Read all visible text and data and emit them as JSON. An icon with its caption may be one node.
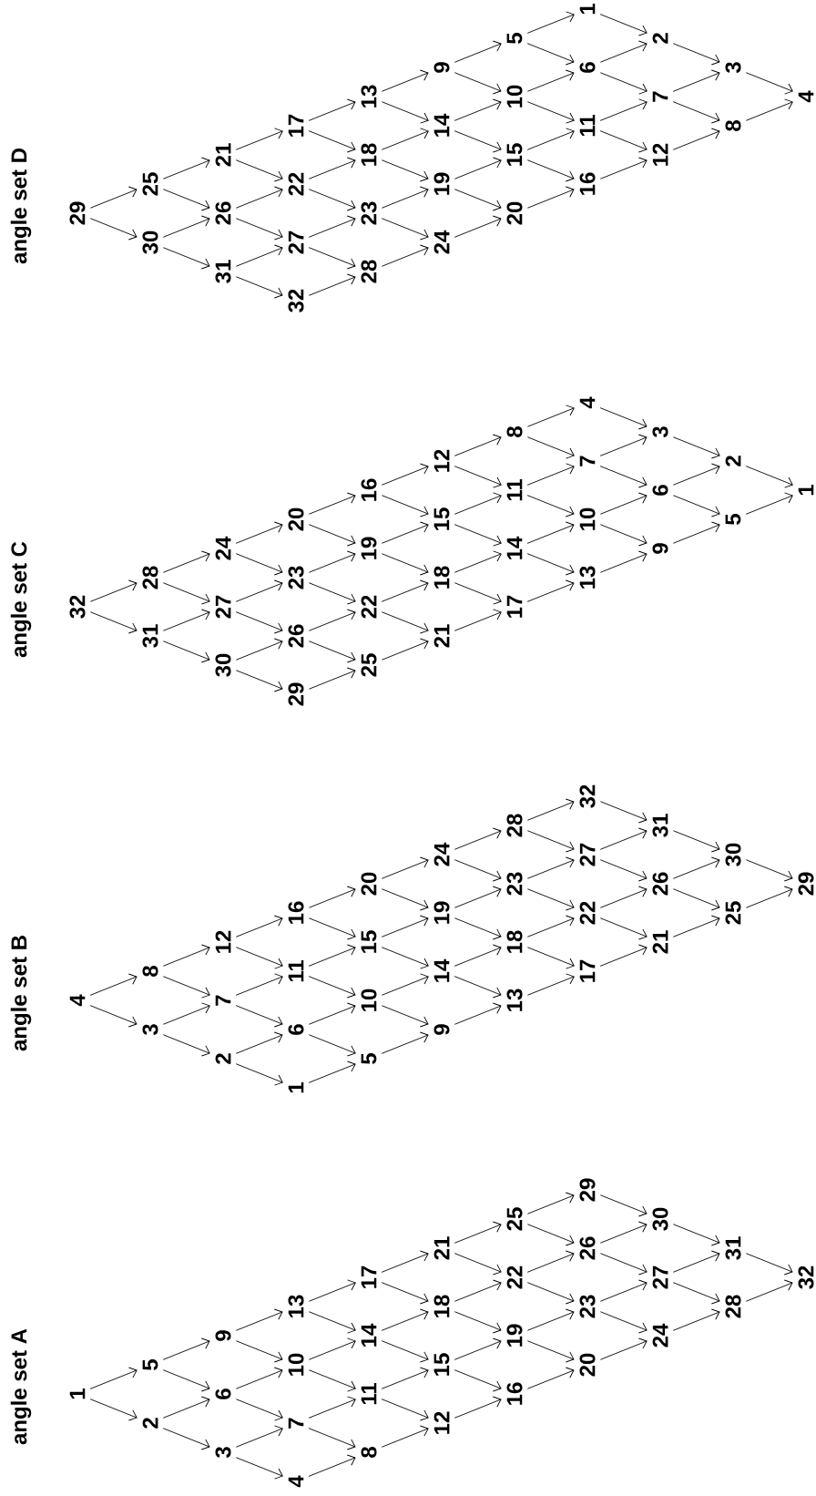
{
  "diagram": {
    "nodes": [
      {
        "text": [
          "1"
        ]
      },
      {
        "text": [
          "2"
        ]
      },
      {
        "text": [
          "3"
        ]
      },
      {
        "text": [
          "4"
        ]
      },
      {
        "text": [
          "5"
        ]
      },
      {
        "text": [
          "6"
        ]
      },
      {
        "text": [
          "7"
        ]
      },
      {
        "text": [
          "8"
        ]
      },
      {
        "text": [
          "9"
        ]
      },
      {
        "text": [
          "10"
        ]
      },
      {
        "text": [
          "11"
        ]
      },
      {
        "text": [
          "12"
        ]
      },
      {
        "text": [
          "13"
        ]
      },
      {
        "text": [
          "14"
        ]
      },
      {
        "text": [
          "15"
        ]
      },
      {
        "text": [
          "16"
        ]
      },
      {
        "text": [
          "17"
        ]
      },
      {
        "text": [
          "18"
        ]
      },
      {
        "text": [
          "19"
        ]
      },
      {
        "text": [
          "20"
        ]
      },
      {
        "text": [
          "21"
        ]
      },
      {
        "text": [
          "22"
        ]
      },
      {
        "text": [
          "23"
        ]
      },
      {
        "text": [
          "24"
        ]
      },
      {
        "text": [
          "25"
        ]
      },
      {
        "text": [
          "26"
        ]
      },
      {
        "text": [
          "27"
        ]
      },
      {
        "text": [
          "28"
        ]
      },
      {
        "text": [
          "29"
        ]
      },
      {
        "text": [
          "30"
        ]
      },
      {
        "text": [
          "31"
        ]
      },
      {
        "text": [
          "32"
        ]
      },
      {
        "text": [
          "4"
        ]
      },
      {
        "text": [
          "3"
        ]
      },
      {
        "text": [
          "2"
        ]
      },
      {
        "text": [
          "1"
        ]
      },
      {
        "text": [
          "8"
        ]
      },
      {
        "text": [
          "7"
        ]
      },
      {
        "text": [
          "6"
        ]
      },
      {
        "text": [
          "5"
        ]
      },
      {
        "text": [
          "12"
        ]
      },
      {
        "text": [
          "11"
        ]
      },
      {
        "text": [
          "10"
        ]
      },
      {
        "text": [
          "9"
        ]
      },
      {
        "text": [
          "16"
        ]
      },
      {
        "text": [
          "15"
        ]
      },
      {
        "text": [
          "14"
        ]
      },
      {
        "text": [
          "13"
        ]
      },
      {
        "text": [
          "20"
        ]
      },
      {
        "text": [
          "19"
        ]
      },
      {
        "text": [
          "18"
        ]
      },
      {
        "text": [
          "17"
        ]
      },
      {
        "text": [
          "24"
        ]
      },
      {
        "text": [
          "23"
        ]
      },
      {
        "text": [
          "22"
        ]
      },
      {
        "text": [
          "21"
        ]
      },
      {
        "text": [
          "28"
        ]
      },
      {
        "text": [
          "27"
        ]
      },
      {
        "text": [
          "26"
        ]
      },
      {
        "text": [
          "25"
        ]
      },
      {
        "text": [
          "32"
        ]
      },
      {
        "text": [
          "31"
        ]
      },
      {
        "text": [
          "30"
        ]
      },
      {
        "text": [
          "29"
        ]
      },
      {
        "text": [
          "32"
        ]
      },
      {
        "text": [
          "31"
        ]
      },
      {
        "text": [
          "30"
        ]
      },
      {
        "text": [
          "29"
        ]
      },
      {
        "text": [
          "28"
        ]
      },
      {
        "text": [
          "27"
        ]
      },
      {
        "text": [
          "26"
        ]
      },
      {
        "text": [
          "25"
        ]
      },
      {
        "text": [
          "24"
        ]
      },
      {
        "text": [
          "23"
        ]
      },
      {
        "text": [
          "22"
        ]
      },
      {
        "text": [
          "21"
        ]
      },
      {
        "text": [
          "20"
        ]
      },
      {
        "text": [
          "19"
        ]
      },
      {
        "text": [
          "18"
        ]
      },
      {
        "text": [
          "17"
        ]
      },
      {
        "text": [
          "16"
        ]
      },
      {
        "text": [
          "15"
        ]
      },
      {
        "text": [
          "14"
        ]
      },
      {
        "text": [
          "13"
        ]
      },
      {
        "text": [
          "12"
        ]
      },
      {
        "text": [
          "11"
        ]
      },
      {
        "text": [
          "10"
        ]
      },
      {
        "text": [
          "9"
        ]
      },
      {
        "text": [
          "8"
        ]
      },
      {
        "text": [
          "7"
        ]
      },
      {
        "text": [
          "6"
        ]
      },
      {
        "text": [
          "5"
        ]
      },
      {
        "text": [
          "4"
        ]
      },
      {
        "text": [
          "3"
        ]
      },
      {
        "text": [
          "2"
        ]
      },
      {
        "text": [
          "1"
        ]
      },
      {
        "text": [
          "29"
        ]
      },
      {
        "text": [
          "30"
        ]
      },
      {
        "text": [
          "31"
        ]
      },
      {
        "text": [
          "32"
        ]
      },
      {
        "text": [
          "25"
        ]
      },
      {
        "text": [
          "26"
        ]
      },
      {
        "text": [
          "27"
        ]
      },
      {
        "text": [
          "28"
        ]
      },
      {
        "text": [
          "21"
        ]
      },
      {
        "text": [
          "22"
        ]
      },
      {
        "text": [
          "23"
        ]
      },
      {
        "text": [
          "24"
        ]
      },
      {
        "text": [
          "17"
        ]
      },
      {
        "text": [
          "18"
        ]
      },
      {
        "text": [
          "19"
        ]
      },
      {
        "text": [
          "20"
        ]
      },
      {
        "text": [
          "13"
        ]
      },
      {
        "text": [
          "14"
        ]
      },
      {
        "text": [
          "15"
        ]
      },
      {
        "text": [
          "16"
        ]
      },
      {
        "text": [
          "9"
        ]
      },
      {
        "text": [
          "10"
        ]
      },
      {
        "text": [
          "11"
        ]
      },
      {
        "text": [
          "12"
        ]
      },
      {
        "text": [
          "5"
        ]
      },
      {
        "text": [
          "6"
        ]
      },
      {
        "text": [
          "7"
        ]
      },
      {
        "text": [
          "8"
        ]
      },
      {
        "text": [
          "1"
        ]
      },
      {
        "text": [
          "2"
        ]
      },
      {
        "text": [
          "3"
        ]
      },
      {
        "text": [
          "4"
        ]
      }
    ],
    "edges": [
      {
        "from": 0,
        "to": 4,
        "arrow": "to"
      },
      {
        "from": 0,
        "to": 1,
        "arrow": "to"
      },
      {
        "from": 1,
        "to": 5,
        "arrow": "to"
      },
      {
        "from": 1,
        "to": 2,
        "arrow": "to"
      },
      {
        "from": 2,
        "to": 6,
        "arrow": "to"
      },
      {
        "from": 2,
        "to": 3,
        "arrow": "to"
      },
      {
        "from": 3,
        "to": 7,
        "arrow": "to"
      },
      {
        "from": 4,
        "to": 8,
        "arrow": "to"
      },
      {
        "from": 4,
        "to": 5,
        "arrow": "to"
      },
      {
        "from": 5,
        "to": 9,
        "arrow": "to"
      },
      {
        "from": 5,
        "to": 6,
        "arrow": "to"
      },
      {
        "from": 6,
        "to": 10,
        "arrow": "to"
      },
      {
        "from": 6,
        "to": 7,
        "arrow": "to"
      },
      {
        "from": 7,
        "to": 11,
        "arrow": "to"
      },
      {
        "from": 8,
        "to": 12,
        "arrow": "to"
      },
      {
        "from": 8,
        "to": 9,
        "arrow": "to"
      },
      {
        "from": 9,
        "to": 13,
        "arrow": "to"
      },
      {
        "from": 9,
        "to": 10,
        "arrow": "to"
      },
      {
        "from": 10,
        "to": 14,
        "arrow": "to"
      },
      {
        "from": 10,
        "to": 11,
        "arrow": "to"
      },
      {
        "from": 11,
        "to": 15,
        "arrow": "to"
      },
      {
        "from": 12,
        "to": 16,
        "arrow": "to"
      },
      {
        "from": 12,
        "to": 13,
        "arrow": "to"
      },
      {
        "from": 13,
        "to": 17,
        "arrow": "to"
      },
      {
        "from": 13,
        "to": 14,
        "arrow": "to"
      },
      {
        "from": 14,
        "to": 18,
        "arrow": "to"
      },
      {
        "from": 14,
        "to": 15,
        "arrow": "to"
      },
      {
        "from": 15,
        "to": 19,
        "arrow": "to"
      },
      {
        "from": 16,
        "to": 20,
        "arrow": "to"
      },
      {
        "from": 16,
        "to": 17,
        "arrow": "to"
      },
      {
        "from": 17,
        "to": 21,
        "arrow": "to"
      },
      {
        "from": 17,
        "to": 18,
        "arrow": "to"
      },
      {
        "from": 18,
        "to": 22,
        "arrow": "to"
      },
      {
        "from": 18,
        "to": 19,
        "arrow": "to"
      },
      {
        "from": 19,
        "to": 23,
        "arrow": "to"
      },
      {
        "from": 20,
        "to": 24,
        "arrow": "to"
      },
      {
        "from": 20,
        "to": 21,
        "arrow": "to"
      },
      {
        "from": 21,
        "to": 25,
        "arrow": "to"
      },
      {
        "from": 21,
        "to": 22,
        "arrow": "to"
      },
      {
        "from": 22,
        "to": 26,
        "arrow": "to"
      },
      {
        "from": 22,
        "to": 23,
        "arrow": "to"
      },
      {
        "from": 23,
        "to": 27,
        "arrow": "to"
      },
      {
        "from": 24,
        "to": 28,
        "arrow": "to"
      },
      {
        "from": 24,
        "to": 25,
        "arrow": "to"
      },
      {
        "from": 25,
        "to": 29,
        "arrow": "to"
      },
      {
        "from": 25,
        "to": 26,
        "arrow": "to"
      },
      {
        "from": 26,
        "to": 30,
        "arrow": "to"
      },
      {
        "from": 26,
        "to": 27,
        "arrow": "to"
      },
      {
        "from": 27,
        "to": 31,
        "arrow": "to"
      },
      {
        "from": 28,
        "to": 29,
        "arrow": "to"
      },
      {
        "from": 29,
        "to": 30,
        "arrow": "to"
      },
      {
        "from": 30,
        "to": 31,
        "arrow": "to"
      },
      {
        "from": 32,
        "to": 36,
        "arrow": "to"
      },
      {
        "from": 32,
        "to": 33,
        "arrow": "to"
      },
      {
        "from": 33,
        "to": 37,
        "arrow": "to"
      },
      {
        "from": 33,
        "to": 34,
        "arrow": "to"
      },
      {
        "from": 34,
        "to": 38,
        "arrow": "to"
      },
      {
        "from": 34,
        "to": 35,
        "arrow": "to"
      },
      {
        "from": 35,
        "to": 39,
        "arrow": "to"
      },
      {
        "from": 36,
        "to": 40,
        "arrow": "to"
      },
      {
        "from": 36,
        "to": 37,
        "arrow": "to"
      },
      {
        "from": 37,
        "to": 41,
        "arrow": "to"
      },
      {
        "from": 37,
        "to": 38,
        "arrow": "to"
      },
      {
        "from": 38,
        "to": 42,
        "arrow": "to"
      },
      {
        "from": 38,
        "to": 39,
        "arrow": "to"
      },
      {
        "from": 39,
        "to": 43,
        "arrow": "to"
      },
      {
        "from": 40,
        "to": 44,
        "arrow": "to"
      },
      {
        "from": 40,
        "to": 41,
        "arrow": "to"
      },
      {
        "from": 41,
        "to": 45,
        "arrow": "to"
      },
      {
        "from": 41,
        "to": 42,
        "arrow": "to"
      },
      {
        "from": 42,
        "to": 46,
        "arrow": "to"
      },
      {
        "from": 42,
        "to": 43,
        "arrow": "to"
      },
      {
        "from": 43,
        "to": 47,
        "arrow": "to"
      },
      {
        "from": 44,
        "to": 48,
        "arrow": "to"
      },
      {
        "from": 44,
        "to": 45,
        "arrow": "to"
      },
      {
        "from": 45,
        "to": 49,
        "arrow": "to"
      },
      {
        "from": 45,
        "to": 46,
        "arrow": "to"
      },
      {
        "from": 46,
        "to": 50,
        "arrow": "to"
      },
      {
        "from": 46,
        "to": 47,
        "arrow": "to"
      },
      {
        "from": 47,
        "to": 51,
        "arrow": "to"
      },
      {
        "from": 48,
        "to": 52,
        "arrow": "to"
      },
      {
        "from": 48,
        "to": 49,
        "arrow": "to"
      },
      {
        "from": 49,
        "to": 53,
        "arrow": "to"
      },
      {
        "from": 49,
        "to": 50,
        "arrow": "to"
      },
      {
        "from": 50,
        "to": 54,
        "arrow": "to"
      },
      {
        "from": 50,
        "to": 51,
        "arrow": "to"
      },
      {
        "from": 51,
        "to": 55,
        "arrow": "to"
      },
      {
        "from": 52,
        "to": 56,
        "arrow": "to"
      },
      {
        "from": 52,
        "to": 53,
        "arrow": "to"
      },
      {
        "from": 53,
        "to": 57,
        "arrow": "to"
      },
      {
        "from": 53,
        "to": 54,
        "arrow": "to"
      },
      {
        "from": 54,
        "to": 58,
        "arrow": "to"
      },
      {
        "from": 54,
        "to": 55,
        "arrow": "to"
      },
      {
        "from": 55,
        "to": 59,
        "arrow": "to"
      },
      {
        "from": 56,
        "to": 60,
        "arrow": "to"
      },
      {
        "from": 56,
        "to": 57,
        "arrow": "to"
      },
      {
        "from": 57,
        "to": 61,
        "arrow": "to"
      },
      {
        "from": 57,
        "to": 58,
        "arrow": "to"
      },
      {
        "from": 58,
        "to": 62,
        "arrow": "to"
      },
      {
        "from": 58,
        "to": 59,
        "arrow": "to"
      },
      {
        "from": 59,
        "to": 63,
        "arrow": "to"
      },
      {
        "from": 60,
        "to": 61,
        "arrow": "to"
      },
      {
        "from": 61,
        "to": 62,
        "arrow": "to"
      },
      {
        "from": 62,
        "to": 63,
        "arrow": "to"
      },
      {
        "from": 64,
        "to": 68,
        "arrow": "to"
      },
      {
        "from": 64,
        "to": 65,
        "arrow": "to"
      },
      {
        "from": 65,
        "to": 69,
        "arrow": "to"
      },
      {
        "from": 65,
        "to": 66,
        "arrow": "to"
      },
      {
        "from": 66,
        "to": 70,
        "arrow": "to"
      },
      {
        "from": 66,
        "to": 67,
        "arrow": "to"
      },
      {
        "from": 67,
        "to": 71,
        "arrow": "to"
      },
      {
        "from": 68,
        "to": 72,
        "arrow": "to"
      },
      {
        "from": 68,
        "to": 69,
        "arrow": "to"
      },
      {
        "from": 69,
        "to": 73,
        "arrow": "to"
      },
      {
        "from": 69,
        "to": 70,
        "arrow": "to"
      },
      {
        "from": 70,
        "to": 74,
        "arrow": "to"
      },
      {
        "from": 70,
        "to": 71,
        "arrow": "to"
      },
      {
        "from": 71,
        "to": 75,
        "arrow": "to"
      },
      {
        "from": 72,
        "to": 76,
        "arrow": "to"
      },
      {
        "from": 72,
        "to": 73,
        "arrow": "to"
      },
      {
        "from": 73,
        "to": 77,
        "arrow": "to"
      },
      {
        "from": 73,
        "to": 74,
        "arrow": "to"
      },
      {
        "from": 74,
        "to": 78,
        "arrow": "to"
      },
      {
        "from": 74,
        "to": 75,
        "arrow": "to"
      },
      {
        "from": 75,
        "to": 79,
        "arrow": "to"
      },
      {
        "from": 76,
        "to": 80,
        "arrow": "to"
      },
      {
        "from": 76,
        "to": 77,
        "arrow": "to"
      },
      {
        "from": 77,
        "to": 81,
        "arrow": "to"
      },
      {
        "from": 77,
        "to": 78,
        "arrow": "to"
      },
      {
        "from": 78,
        "to": 82,
        "arrow": "to"
      },
      {
        "from": 78,
        "to": 79,
        "arrow": "to"
      },
      {
        "from": 79,
        "to": 83,
        "arrow": "to"
      },
      {
        "from": 80,
        "to": 84,
        "arrow": "to"
      },
      {
        "from": 80,
        "to": 81,
        "arrow": "to"
      },
      {
        "from": 81,
        "to": 85,
        "arrow": "to"
      },
      {
        "from": 81,
        "to": 82,
        "arrow": "to"
      },
      {
        "from": 82,
        "to": 86,
        "arrow": "to"
      },
      {
        "from": 82,
        "to": 83,
        "arrow": "to"
      },
      {
        "from": 83,
        "to": 87,
        "arrow": "to"
      },
      {
        "from": 84,
        "to": 88,
        "arrow": "to"
      },
      {
        "from": 84,
        "to": 85,
        "arrow": "to"
      },
      {
        "from": 85,
        "to": 89,
        "arrow": "to"
      },
      {
        "from": 85,
        "to": 86,
        "arrow": "to"
      },
      {
        "from": 86,
        "to": 90,
        "arrow": "to"
      },
      {
        "from": 86,
        "to": 87,
        "arrow": "to"
      },
      {
        "from": 87,
        "to": 91,
        "arrow": "to"
      },
      {
        "from": 88,
        "to": 92,
        "arrow": "to"
      },
      {
        "from": 88,
        "to": 89,
        "arrow": "to"
      },
      {
        "from": 89,
        "to": 93,
        "arrow": "to"
      },
      {
        "from": 89,
        "to": 90,
        "arrow": "to"
      },
      {
        "from": 90,
        "to": 94,
        "arrow": "to"
      },
      {
        "from": 90,
        "to": 91,
        "arrow": "to"
      },
      {
        "from": 91,
        "to": 95,
        "arrow": "to"
      },
      {
        "from": 92,
        "to": 93,
        "arrow": "to"
      },
      {
        "from": 93,
        "to": 94,
        "arrow": "to"
      },
      {
        "from": 94,
        "to": 95,
        "arrow": "to"
      },
      {
        "from": 96,
        "to": 100,
        "arrow": "to"
      },
      {
        "from": 96,
        "to": 97,
        "arrow": "to"
      },
      {
        "from": 97,
        "to": 101,
        "arrow": "to"
      },
      {
        "from": 97,
        "to": 98,
        "arrow": "to"
      },
      {
        "from": 98,
        "to": 102,
        "arrow": "to"
      },
      {
        "from": 98,
        "to": 99,
        "arrow": "to"
      },
      {
        "from": 99,
        "to": 103,
        "arrow": "to"
      },
      {
        "from": 100,
        "to": 104,
        "arrow": "to"
      },
      {
        "from": 100,
        "to": 101,
        "arrow": "to"
      },
      {
        "from": 101,
        "to": 105,
        "arrow": "to"
      },
      {
        "from": 101,
        "to": 102,
        "arrow": "to"
      },
      {
        "from": 102,
        "to": 106,
        "arrow": "to"
      },
      {
        "from": 102,
        "to": 103,
        "arrow": "to"
      },
      {
        "from": 103,
        "to": 107,
        "arrow": "to"
      },
      {
        "from": 104,
        "to": 108,
        "arrow": "to"
      },
      {
        "from": 104,
        "to": 105,
        "arrow": "to"
      },
      {
        "from": 105,
        "to": 109,
        "arrow": "to"
      },
      {
        "from": 105,
        "to": 106,
        "arrow": "to"
      },
      {
        "from": 106,
        "to": 110,
        "arrow": "to"
      },
      {
        "from": 106,
        "to": 107,
        "arrow": "to"
      },
      {
        "from": 107,
        "to": 111,
        "arrow": "to"
      },
      {
        "from": 108,
        "to": 112,
        "arrow": "to"
      },
      {
        "from": 108,
        "to": 109,
        "arrow": "to"
      },
      {
        "from": 109,
        "to": 113,
        "arrow": "to"
      },
      {
        "from": 109,
        "to": 110,
        "arrow": "to"
      },
      {
        "from": 110,
        "to": 114,
        "arrow": "to"
      },
      {
        "from": 110,
        "to": 111,
        "arrow": "to"
      },
      {
        "from": 111,
        "to": 115,
        "arrow": "to"
      },
      {
        "from": 112,
        "to": 116,
        "arrow": "to"
      },
      {
        "from": 112,
        "to": 113,
        "arrow": "to"
      },
      {
        "from": 113,
        "to": 117,
        "arrow": "to"
      },
      {
        "from": 113,
        "to": 114,
        "arrow": "to"
      },
      {
        "from": 114,
        "to": 118,
        "arrow": "to"
      },
      {
        "from": 114,
        "to": 115,
        "arrow": "to"
      },
      {
        "from": 115,
        "to": 119,
        "arrow": "to"
      },
      {
        "from": 116,
        "to": 120,
        "arrow": "to"
      },
      {
        "from": 116,
        "to": 117,
        "arrow": "to"
      },
      {
        "from": 117,
        "to": 121,
        "arrow": "to"
      },
      {
        "from": 117,
        "to": 118,
        "arrow": "to"
      },
      {
        "from": 118,
        "to": 122,
        "arrow": "to"
      },
      {
        "from": 118,
        "to": 119,
        "arrow": "to"
      },
      {
        "from": 119,
        "to": 123,
        "arrow": "to"
      },
      {
        "from": 120,
        "to": 124,
        "arrow": "to"
      },
      {
        "from": 120,
        "to": 121,
        "arrow": "to"
      },
      {
        "from": 121,
        "to": 125,
        "arrow": "to"
      },
      {
        "from": 121,
        "to": 122,
        "arrow": "to"
      },
      {
        "from": 122,
        "to": 126,
        "arrow": "to"
      },
      {
        "from": 122,
        "to": 123,
        "arrow": "to"
      },
      {
        "from": 123,
        "to": 127,
        "arrow": "to"
      },
      {
        "from": 124,
        "to": 125,
        "arrow": "to"
      },
      {
        "from": 125,
        "to": 126,
        "arrow": "to"
      },
      {
        "from": 126,
        "to": 127,
        "arrow": "to"
      }
    ],
    "labels": [
      "angle set A",
      "angle set B",
      "angle set C",
      "angle set D"
    ]
  }
}
